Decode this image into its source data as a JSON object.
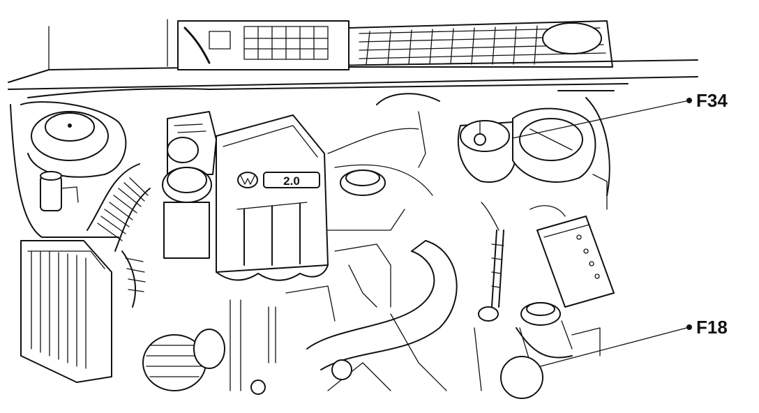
{
  "callouts": [
    {
      "id": "F34",
      "label": "F34"
    },
    {
      "id": "F18",
      "label": "F18"
    }
  ],
  "engine_cover": {
    "brand_icon": "vw-logo-icon",
    "displacement_badge": "2.0"
  },
  "colors": {
    "line": "#111111",
    "background": "#ffffff"
  }
}
